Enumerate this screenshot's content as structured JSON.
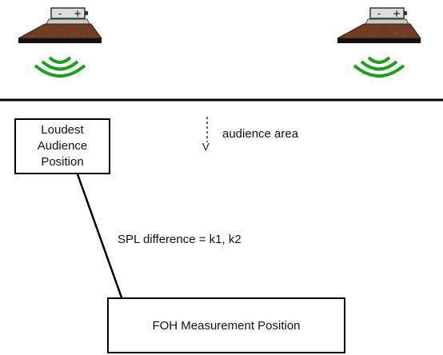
{
  "diagram": {
    "loudest_box": {
      "lines": [
        "Loudest",
        "Audience",
        "Position"
      ]
    },
    "foh_box": {
      "label": "FOH Measurement Position"
    },
    "audience_label": "audience area",
    "spl_label": "SPL difference = k1, k2",
    "arrow_head": "V",
    "speaker_battery_signs": {
      "minus": "-",
      "plus": "+"
    }
  },
  "colors": {
    "line": "#000000",
    "wave": "#1aa31a",
    "cabinet_face": "#6b3f23",
    "cabinet_dots": "#b5261e",
    "cabinet_top": "#c9c9c9",
    "battery": "#dcdcdc"
  }
}
